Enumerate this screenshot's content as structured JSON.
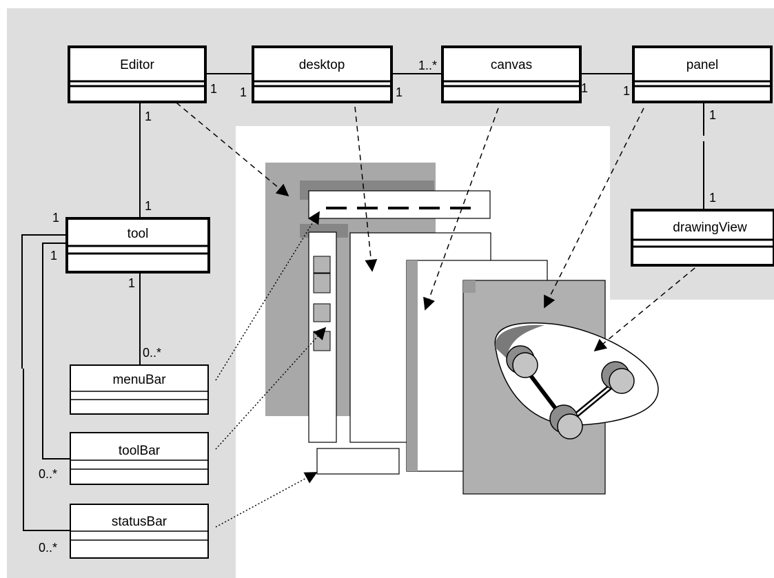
{
  "diagram": {
    "classes": {
      "editor": "Editor",
      "desktop": "desktop",
      "canvas": "canvas",
      "panel": "panel",
      "tool": "tool",
      "drawing_view": "drawingView",
      "menu_bar": "menuBar",
      "tool_bar": "toolBar",
      "status_bar": "statusBar"
    },
    "multiplicities": {
      "editor_desktop_editor_end": "1",
      "editor_desktop_desktop_end": "1",
      "desktop_canvas_desktop_end": "1",
      "desktop_canvas_canvas_end": "1..*",
      "canvas_panel_canvas_end": "1",
      "canvas_panel_panel_end": "1",
      "editor_tool_editor_end": "1",
      "editor_tool_tool_end": "1",
      "panel_drawingview_panel_end": "1",
      "panel_drawingview_view_end": "1",
      "tool_menubar_tool_end": "1",
      "tool_menubar_menubar_end": "0..*",
      "tool_toolbar_tool_end": "1",
      "tool_toolbar_toolbar_end": "0..*",
      "tool_statusbar_tool_end": "1",
      "tool_statusbar_statusbar_end": "0..*"
    }
  }
}
